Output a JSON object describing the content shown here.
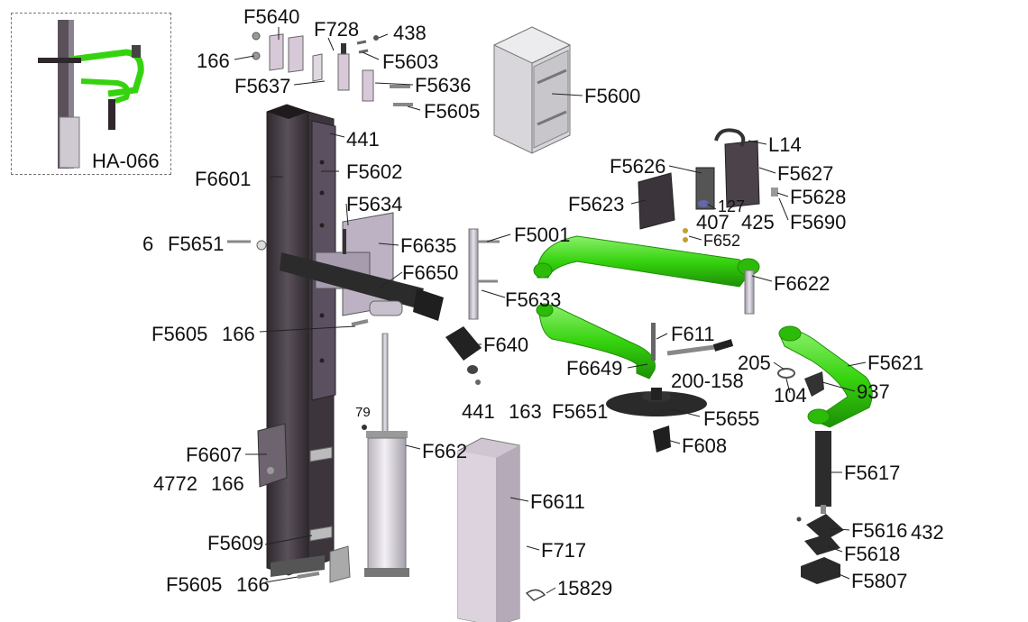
{
  "colors": {
    "frame": "#4a4048",
    "frame_dark": "#2e282d",
    "accent_green": "#35d30e",
    "green_dark": "#1e8f06",
    "metal": "#cfc9d2",
    "metal_dark": "#8e8894",
    "label": "#111111",
    "leader": "#222222"
  },
  "inset": {
    "model": "HA-066"
  },
  "labels": {
    "F5640": "F5640",
    "F728": "F728",
    "438": "438",
    "166a": "166",
    "F5603": "F5603",
    "F5637": "F5637",
    "F5636": "F5636",
    "F5605a": "F5605",
    "F5600": "F5600",
    "441a": "441",
    "F6601": "F6601",
    "F5602": "F5602",
    "F5634": "F5634",
    "6": "6",
    "F5651a": "F5651",
    "F6635": "F6635",
    "F6650": "F6650",
    "F5605b": "F5605",
    "166b": "166",
    "F640": "F640",
    "441b": "441",
    "163": "163",
    "F5651b": "F5651",
    "F5001": "F5001",
    "F5633": "F5633",
    "F5626": "F5626",
    "F5623": "F5623",
    "L14": "L14",
    "F5627": "F5627",
    "F5628": "F5628",
    "127": "127",
    "407": "407",
    "425": "425",
    "F5690": "F5690",
    "F652": "F652",
    "F6622": "F6622",
    "F611": "F611",
    "F6649": "F6649",
    "200-158": "200-158",
    "F5655": "F5655",
    "F608": "F608",
    "205": "205",
    "F5621": "F5621",
    "104": "104",
    "937": "937",
    "F5617": "F5617",
    "F5616": "F5616",
    "432": "432",
    "F5618": "F5618",
    "F5807": "F5807",
    "79": "79",
    "F662": "F662",
    "F6611": "F6611",
    "F717": "F717",
    "15829": "15829",
    "F6607": "F6607",
    "4772": "4772",
    "166c": "166",
    "F5609": "F5609",
    "F5605c": "F5605",
    "166d": "166"
  }
}
